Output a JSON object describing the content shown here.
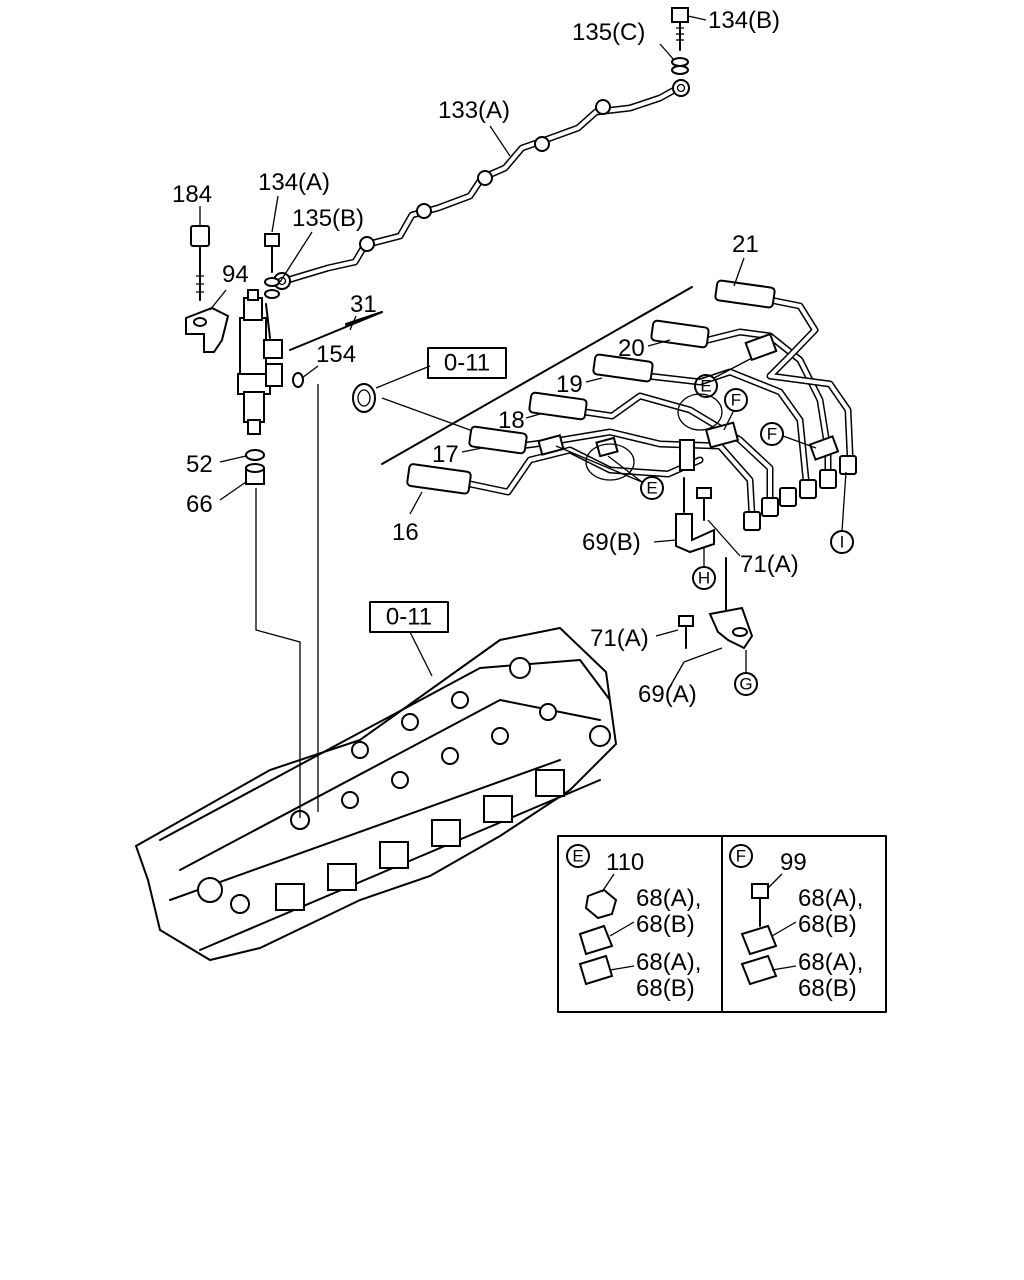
{
  "labels": {
    "p135c": "135(C)",
    "p134b": "134(B)",
    "p133a": "133(A)",
    "p184": "184",
    "p134a": "134(A)",
    "p135b": "135(B)",
    "p94": "94",
    "p31": "31",
    "p154": "154",
    "p21": "21",
    "p20": "20",
    "p19": "19",
    "p18": "18",
    "p17": "17",
    "p16": "16",
    "p52": "52",
    "p66": "66",
    "p69b": "69(B)",
    "p71a_1": "71(A)",
    "p71a_2": "71(A)",
    "p69a": "69(A)"
  },
  "refs": {
    "ref_box_1": "0-11",
    "ref_box_2": "0-11"
  },
  "callouts": {
    "e": "E",
    "f": "F",
    "g": "G",
    "h": "H",
    "i": "I"
  },
  "detail": {
    "panel_e": {
      "letter": "E",
      "item": "110",
      "line1a": "68(A),",
      "line1b": "68(B)",
      "line2a": "68(A),",
      "line2b": "68(B)"
    },
    "panel_f": {
      "letter": "F",
      "item": "99",
      "line1a": "68(A),",
      "line1b": "68(B)",
      "line2a": "68(A),",
      "line2b": "68(B)"
    }
  }
}
